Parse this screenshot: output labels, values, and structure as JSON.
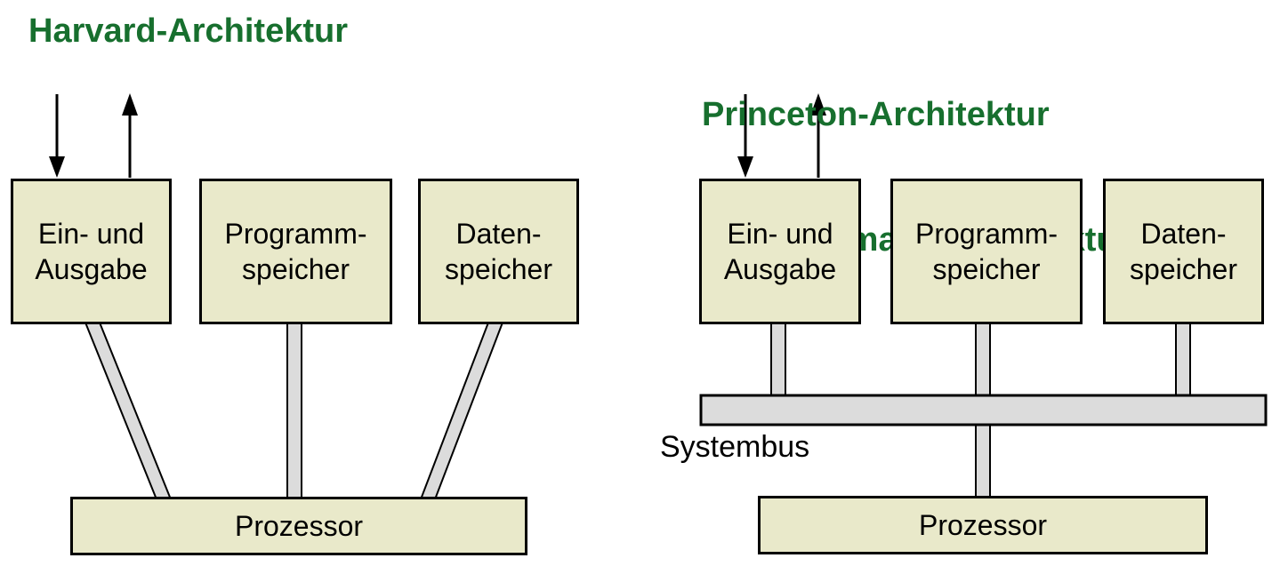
{
  "colors": {
    "title_green": "#176f2e",
    "box_fill": "#e9e9ca",
    "connector_fill": "#dcdcdc",
    "outline": "#000000"
  },
  "harvard": {
    "title": "Harvard-Architektur",
    "boxes": {
      "io": {
        "line1": "Ein- und",
        "line2": "Ausgabe"
      },
      "program": {
        "line1": "Programm-",
        "line2": "speicher"
      },
      "data": {
        "line1": "Daten-",
        "line2": "speicher"
      },
      "processor": {
        "label": "Prozessor"
      }
    }
  },
  "princeton": {
    "title_line1": "Princeton-Architektur",
    "title_line2": "(von-Neumann-Architektur)",
    "bus_label": "Systembus",
    "boxes": {
      "io": {
        "line1": "Ein- und",
        "line2": "Ausgabe"
      },
      "program": {
        "line1": "Programm-",
        "line2": "speicher"
      },
      "data": {
        "line1": "Daten-",
        "line2": "speicher"
      },
      "processor": {
        "label": "Prozessor"
      }
    }
  }
}
